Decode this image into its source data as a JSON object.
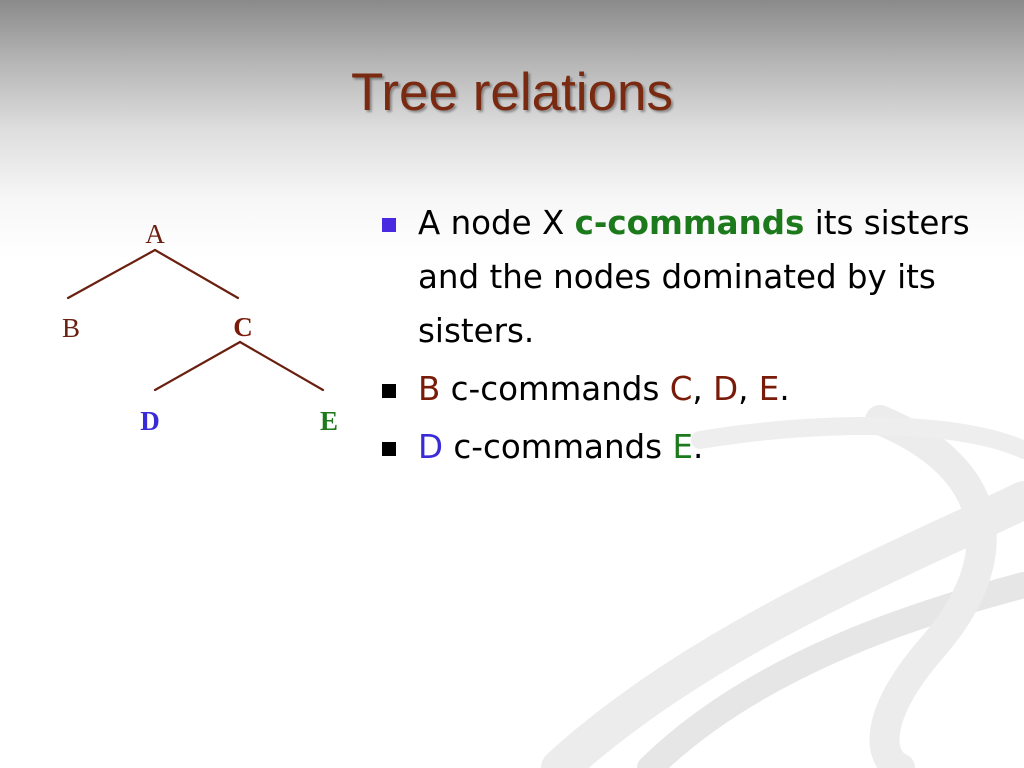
{
  "slide": {
    "title": "Tree relations"
  },
  "tree": {
    "nodes": {
      "A": "A",
      "B": "B",
      "C": "C",
      "D": "D",
      "E": "E"
    }
  },
  "bullets": [
    {
      "parts": {
        "p1": "A node X ",
        "p2": "c-commands",
        "p3": " its sisters and the nodes dominated by its sisters."
      }
    },
    {
      "parts": {
        "p1": "B",
        "p2": " c-commands ",
        "p3": "C",
        "p4": ", ",
        "p5": "D",
        "p6": ", ",
        "p7": "E",
        "p8": "."
      }
    },
    {
      "parts": {
        "p1": "D",
        "p2": " c-commands ",
        "p3": "E",
        "p4": "."
      }
    }
  ],
  "colors": {
    "title": "#7a2a10",
    "branch": "#6b1f0f",
    "node_a_b": "#6b1f0f",
    "node_c": "#7a1a08",
    "node_d": "#3a2bd8",
    "node_e": "#1c7a1c",
    "keyword_green": "#1c7a1c",
    "bullet_first": "#4a2ae0",
    "bullet_others": "#000000"
  }
}
